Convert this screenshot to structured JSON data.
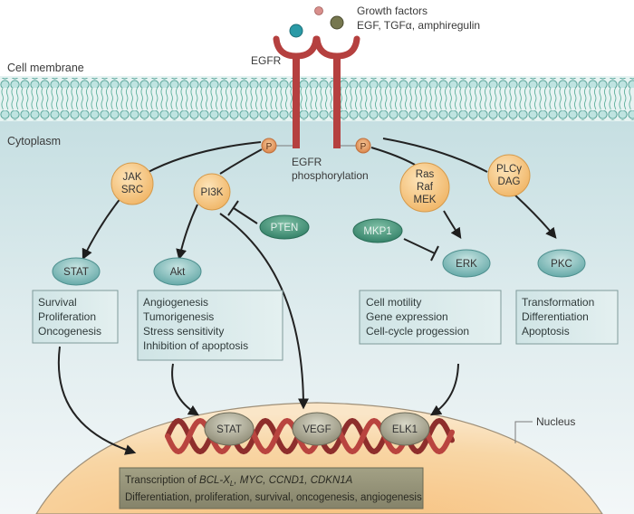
{
  "title": "EGFR signaling pathway",
  "labels": {
    "growth_factors": "Growth factors",
    "ligands": "EGF, TGFα, amphiregulin",
    "egfr": "EGFR",
    "cell_membrane": "Cell membrane",
    "cytoplasm": "Cytoplasm",
    "egfr_phos_line1": "EGFR",
    "egfr_phos_line2": "phosphorylation",
    "nucleus": "Nucleus",
    "phospho": "P"
  },
  "kinases": {
    "jak_src": [
      "JAK",
      "SRC"
    ],
    "pi3k": [
      "PI3K"
    ],
    "ras_raf_mek": [
      "Ras",
      "Raf",
      "MEK"
    ],
    "plcy_dag": [
      "PLCγ",
      "DAG"
    ]
  },
  "inhibitors": {
    "pten": "PTEN",
    "mkp1": "MKP1"
  },
  "effectors": {
    "stat": "STAT",
    "akt": "Akt",
    "erk": "ERK",
    "pkc": "PKC"
  },
  "outcome_boxes": {
    "stat": [
      "Survival",
      "Proliferation",
      "Oncogenesis"
    ],
    "akt": [
      "Angiogenesis",
      "Tumorigenesis",
      "Stress sensitivity",
      "Inhibition of apoptosis"
    ],
    "erk": [
      "Cell motility",
      "Gene expression",
      "Cell-cycle progession"
    ],
    "pkc": [
      "Transformation",
      "Differentiation",
      "Apoptosis"
    ]
  },
  "transcription_factors": [
    "STAT",
    "VEGF",
    "ELK1"
  ],
  "nucleus_box": {
    "line1_prefix": "Transcription of ",
    "line1_genes": "BCL-X",
    "line1_sub": "L",
    "line1_rest": ", MYC, CCND1, CDKN1A",
    "line2": "Differentiation, proliferation, survival, oncogenesis, angiogenesis"
  },
  "colors": {
    "receptor": "#b5403f",
    "membrane_head": "#a9d9d6",
    "membrane_tail": "#6fb9a8",
    "cytoplasm": "#d6e8ea",
    "kinase_fill": "#f6c987",
    "effector_fill": "#8fc5c3",
    "inhibitor_fill": "#3f8f78",
    "nucleus_fill": "#f6c98c",
    "dna": "#b9443f",
    "tf_fill": "#a9a58b",
    "nucleus_box_fill": "#8e8c72"
  }
}
